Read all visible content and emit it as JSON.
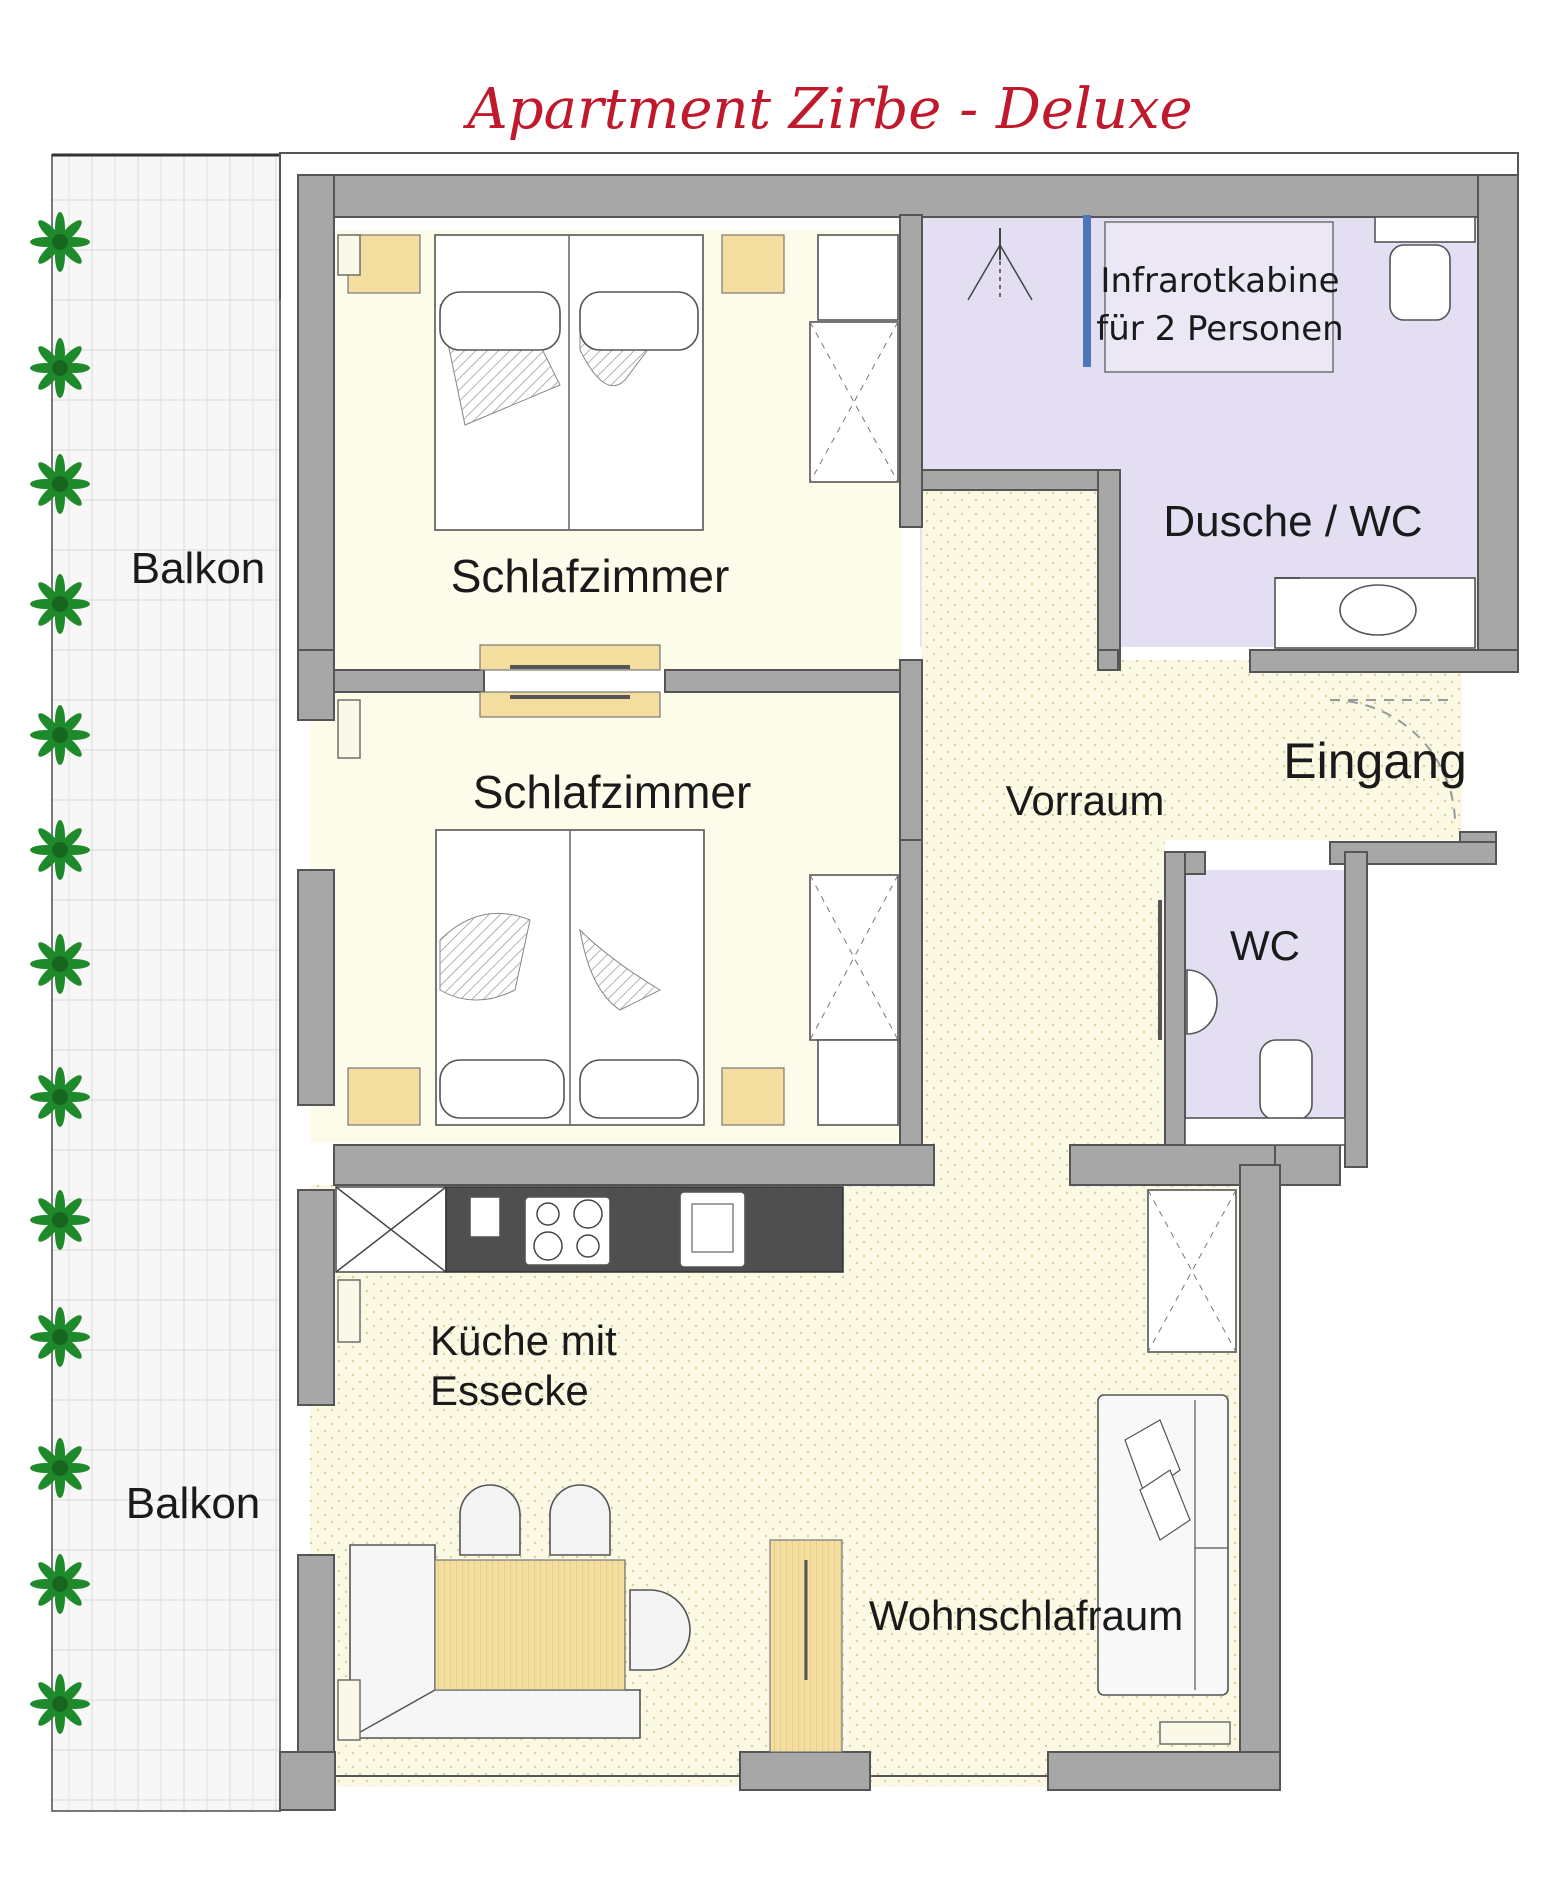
{
  "title": "Apartment Zirbe - Deluxe",
  "rooms": {
    "balkon_top": "Balkon",
    "balkon_bottom": "Balkon",
    "bedroom_1": "Schlafzimmer",
    "bedroom_2": "Schlafzimmer",
    "shower": "Dusche / WC",
    "infrared_line1": "Infrarotkabine",
    "infrared_line2": "für 2 Personen",
    "entrance": "Eingang",
    "hallway": "Vorraum",
    "wc": "WC",
    "kitchen_line1": "Küche mit",
    "kitchen_line2": "Essecke",
    "living": "Wohnschlafraum"
  },
  "colors": {
    "title": "#c0192b",
    "bedroom_floor": "#fdfbe9",
    "hallway_floor": "#fbf8e4",
    "bathroom_floor": "#e4def3",
    "kitchen_floor": "#fbf8e2",
    "walls": "#a7a7a7",
    "plants": "#1f8a2c",
    "counter": "#4f4f4f"
  },
  "icons": [
    "plant-icon",
    "double-bed-icon",
    "wardrobe-icon",
    "shower-icon",
    "toilet-icon",
    "sink-icon",
    "stove-icon",
    "chair-icon",
    "sofa-icon",
    "radiator-icon",
    "door-swing-icon"
  ]
}
